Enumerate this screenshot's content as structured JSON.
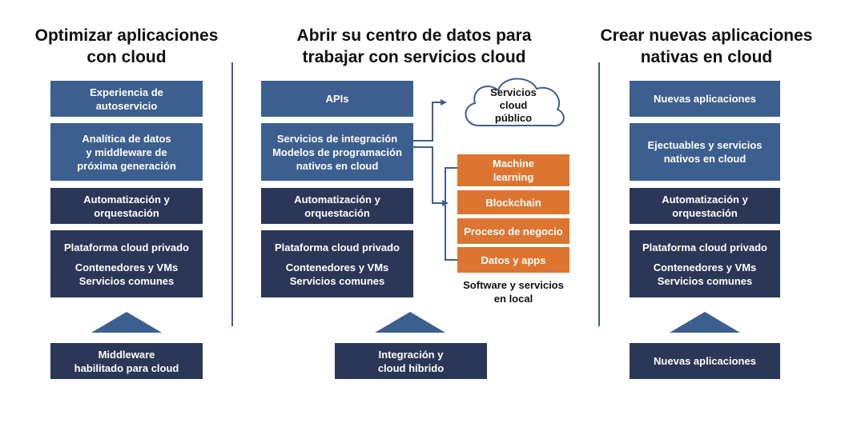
{
  "columns": {
    "left": {
      "title": "Optimizar aplicaciones\ncon cloud",
      "box1": "Experiencia de\nautoservicio",
      "box2": "Analítica de datos\ny middleware de\npróxima generación",
      "box3": "Automatización y\norquestación",
      "box4_main": "Plataforma cloud privado",
      "box4_sub": "Contenedores y VMs\nServicios comunes",
      "base": "Middleware\nhabilitado para cloud"
    },
    "middle": {
      "title": "Abrir su centro de datos para\ntrabajar con servicios cloud",
      "box1": "APIs",
      "box2": "Servicios de integración\nModelos de programación\nnativos en cloud",
      "box3": "Automatización y\norquestación",
      "box4_main": "Plataforma cloud privado",
      "box4_sub": "Contenedores y VMs\nServicios comunes",
      "base": "Integración y\ncloud híbrido",
      "cloud": "Servicios\ncloud\npúblico",
      "onprem": [
        "Machine\nlearning",
        "Blockchain",
        "Proceso de negocio",
        "Datos y apps"
      ],
      "onprem_caption": "Software y servicios\nen local"
    },
    "right": {
      "title": "Crear nuevas aplicaciones\nnativas en cloud",
      "box1": "Nuevas aplicaciones",
      "box2": "Ejectuables y servicios\nnativos en cloud",
      "box3": "Automatización y\norquestación",
      "box4_main": "Plataforma cloud privado",
      "box4_sub": "Contenedores y VMs\nServicios comunes",
      "base": "Nuevas aplicaciones"
    }
  },
  "colors": {
    "light_blue": "#3d5f8f",
    "dark_navy": "#2b3757",
    "orange": "#dd7530"
  }
}
